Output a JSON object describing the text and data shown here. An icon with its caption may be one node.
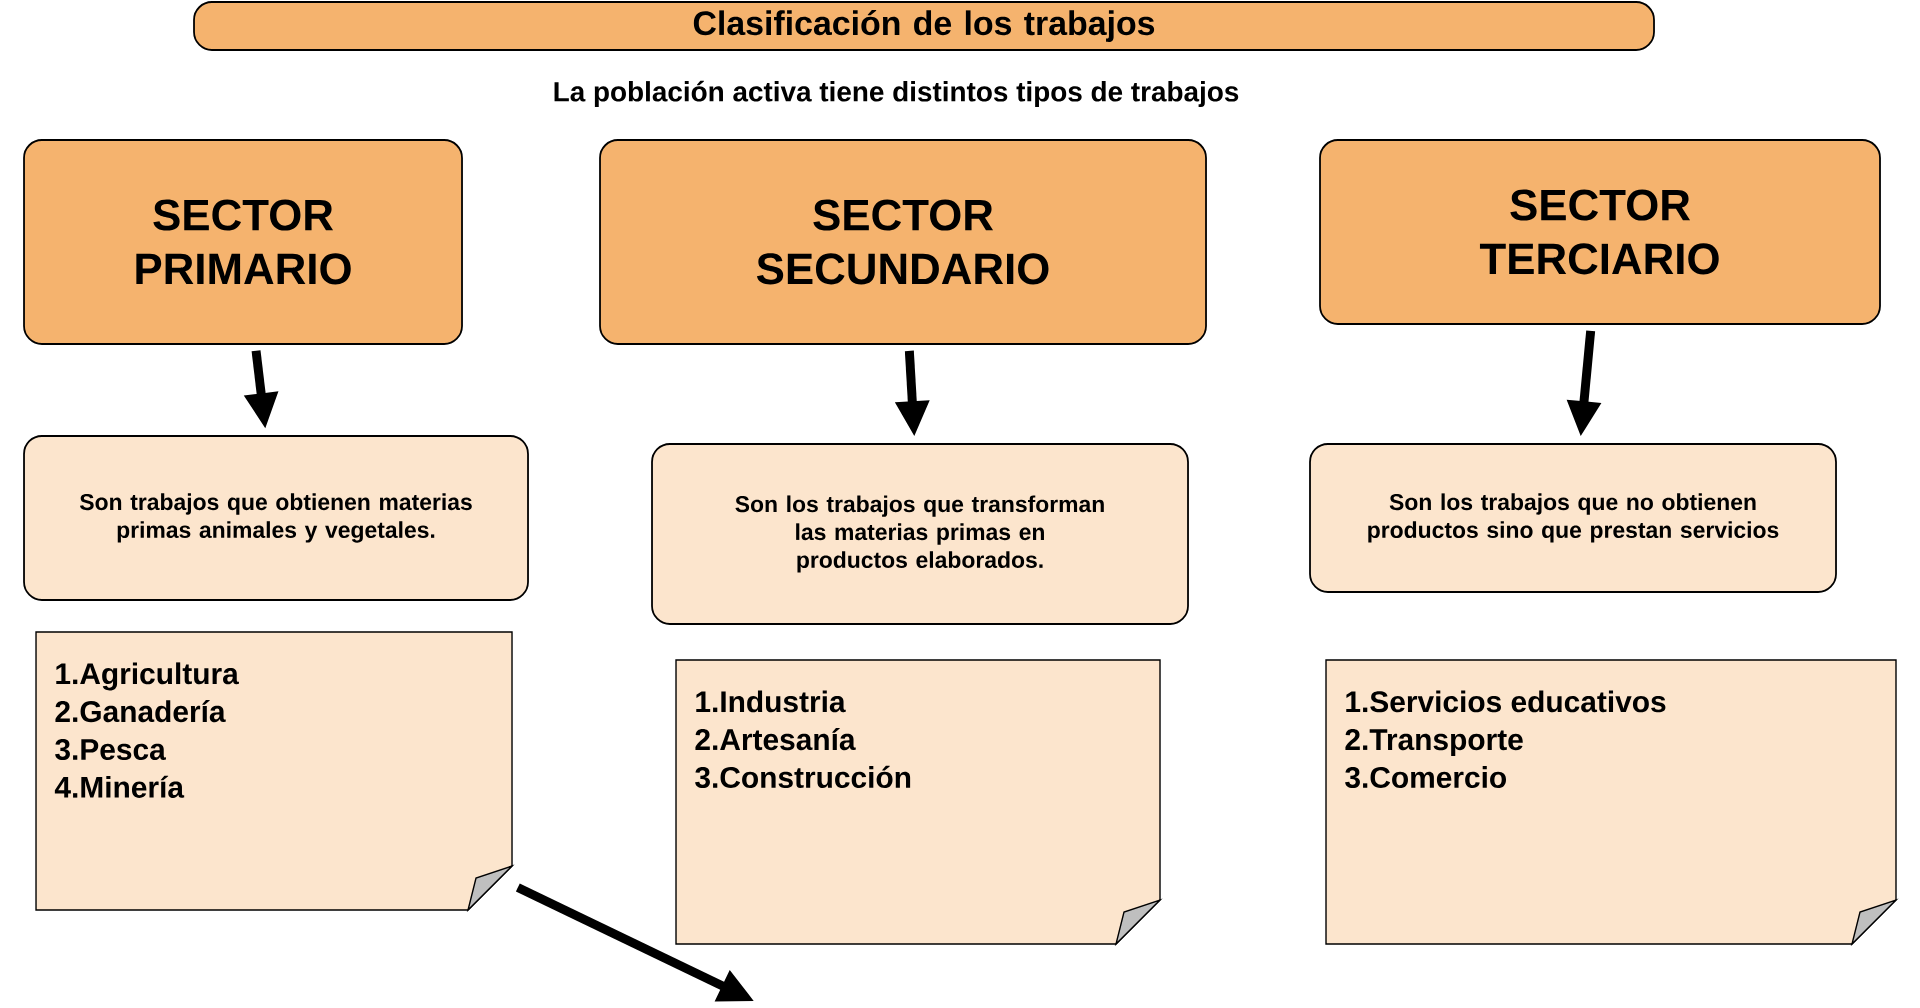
{
  "diagram": {
    "nodes": [
      {
        "text": [
          "Clasificación de los trabajos"
        ]
      },
      {
        "text": [
          "SECTOR PRIMARIO"
        ]
      },
      {
        "text": [
          "SECTOR SECUNDARIO"
        ]
      },
      {
        "text": [
          "SECTOR TERCIARIO"
        ]
      },
      {
        "text": [
          "Son trabajos que obtienen materias primas animales y vegetales."
        ]
      },
      {
        "text": [
          "Son los trabajos que transforman las materias primas en productos elaborados."
        ]
      },
      {
        "text": [
          "Son los trabajos que no obtienen productos sino que prestan servicios"
        ]
      },
      {
        "text": [
          "1.Agricultura",
          "2.Ganadería",
          "3.Pesca",
          "4.Minería"
        ]
      },
      {
        "text": [
          "1.Industria",
          "2.Artesanía",
          "3.Construcción"
        ]
      },
      {
        "text": [
          "1.Servicios educativos",
          "2.Transporte",
          "3.Comercio"
        ]
      }
    ],
    "edges": [
      {
        "from": 1,
        "to": 4,
        "arrow": "to"
      },
      {
        "from": 2,
        "to": 5,
        "arrow": "to"
      },
      {
        "from": 3,
        "to": 6,
        "arrow": "to"
      },
      {
        "from": 7,
        "to": null,
        "arrow": "to"
      }
    ],
    "labels": [
      "La población activa tiene distintos tipos de trabajos"
    ]
  }
}
